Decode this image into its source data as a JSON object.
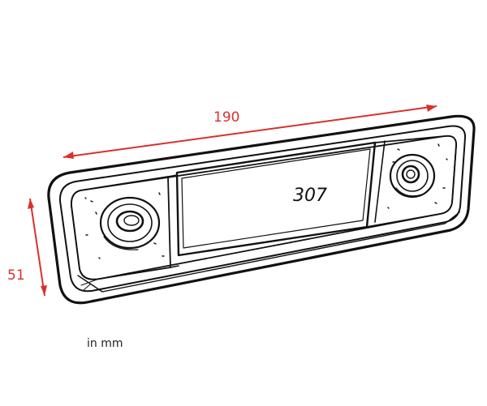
{
  "dimensions": {
    "width": "190",
    "height": "51",
    "unit_note": "in mm"
  },
  "part": {
    "number": "307"
  },
  "colors": {
    "dimension": "#d9302c",
    "outline": "#111111"
  }
}
